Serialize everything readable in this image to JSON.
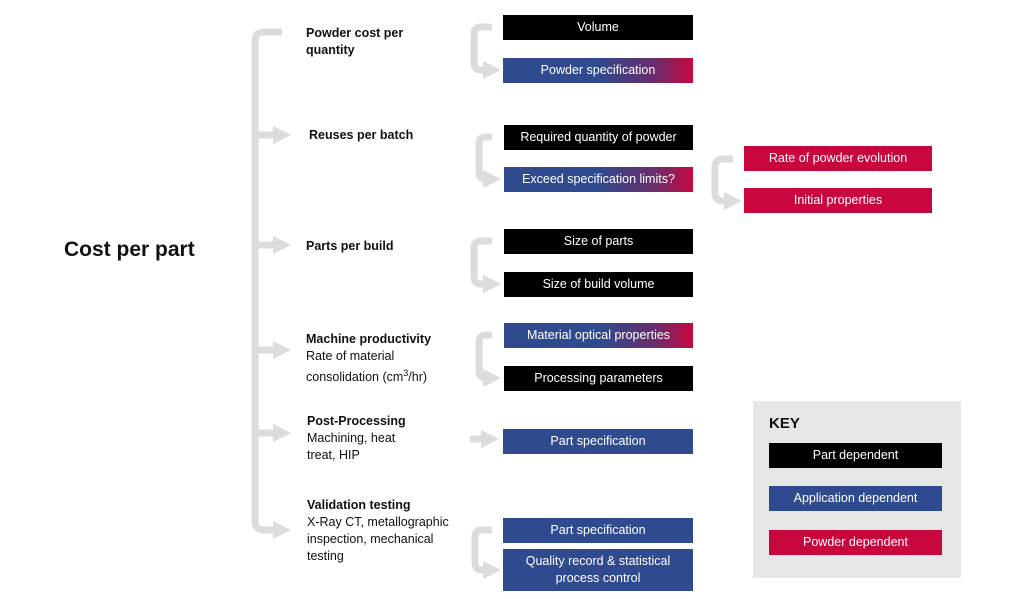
{
  "title": "Cost per part",
  "categories": [
    {
      "heading": "Powder cost per quantity",
      "sub": ""
    },
    {
      "heading": "Reuses per batch",
      "sub": ""
    },
    {
      "heading": "Parts per build",
      "sub": ""
    },
    {
      "heading": "Machine productivity",
      "sub_prefix": "Rate of material consolidation (cm",
      "sub_sup": "3",
      "sub_suffix": "/hr)"
    },
    {
      "heading": "Post-Processing",
      "sub": "Machining, heat treat, HIP"
    },
    {
      "heading": "Validation testing",
      "sub": "X-Ray CT, metallographic inspection, mechanical testing"
    }
  ],
  "factors": {
    "volume": "Volume",
    "powder_spec": "Powder specification",
    "required_qty": "Required quantity of powder",
    "exceed_limits": "Exceed specification limits?",
    "size_parts": "Size of parts",
    "size_build": "Size of build volume",
    "optical_props": "Material optical properties",
    "processing_params": "Processing parameters",
    "part_spec_post": "Part specification",
    "part_spec_validation": "Part specification",
    "quality_record": "Quality record & statistical process control",
    "powder_evolution": "Rate of powder evolution",
    "initial_props": "Initial properties"
  },
  "key": {
    "title": "KEY",
    "part_dependent": "Part dependent",
    "application_dependent": "Application dependent",
    "powder_dependent": "Powder dependent"
  },
  "colors": {
    "part_dependent": "#000000",
    "application_dependent": "#2f4a8e",
    "powder_dependent": "#c8073f",
    "connector": "#dcdcdc",
    "key_background": "#e6e6e6"
  }
}
